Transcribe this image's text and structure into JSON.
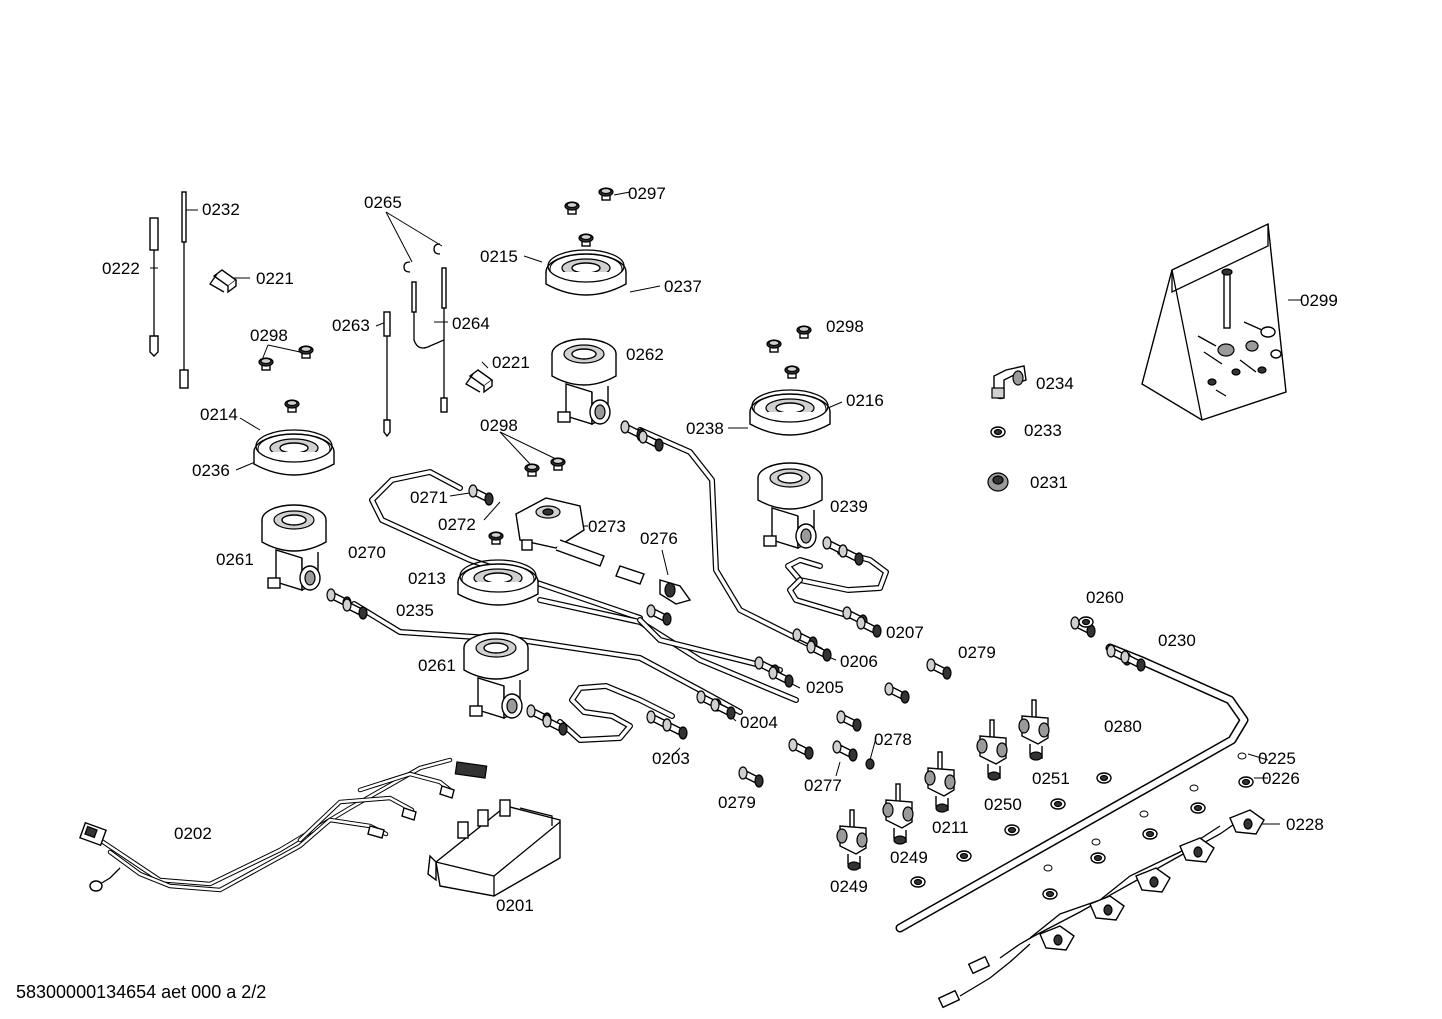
{
  "footer": {
    "doc_id": "58300000134654 aet 000 a 2/2"
  },
  "labels": {
    "l0222": "0222",
    "l0232": "0232",
    "l0221a": "0221",
    "l0298a": "0298",
    "l0214": "0214",
    "l0236": "0236",
    "l0261a": "0261",
    "l0265": "0265",
    "l0263": "0263",
    "l0264": "0264",
    "l0221b": "0221",
    "l0298b": "0298",
    "l0271": "0271",
    "l0272": "0272",
    "l0273": "0273",
    "l0270": "0270",
    "l0276": "0276",
    "l0213": "0213",
    "l0235": "0235",
    "l0261b": "0261",
    "l0297": "0297",
    "l0215": "0215",
    "l0237": "0237",
    "l0262": "0262",
    "l0298c": "0298",
    "l0216": "0216",
    "l0238": "0238",
    "l0239": "0239",
    "l0234": "0234",
    "l0233": "0233",
    "l0231": "0231",
    "l0299": "0299",
    "l0207": "0207",
    "l0206": "0206",
    "l0205": "0205",
    "l0204": "0204",
    "l0203": "0203",
    "l0279a": "0279",
    "l0279b": "0279",
    "l0278": "0278",
    "l0277": "0277",
    "l0260": "0260",
    "l0230": "0230",
    "l0280": "0280",
    "l0225": "0225",
    "l0226": "0226",
    "l0228": "0228",
    "l0251": "0251",
    "l0250": "0250",
    "l0211": "0211",
    "l0249a": "0249",
    "l0249b": "0249",
    "l0202": "0202",
    "l0201": "0201"
  }
}
